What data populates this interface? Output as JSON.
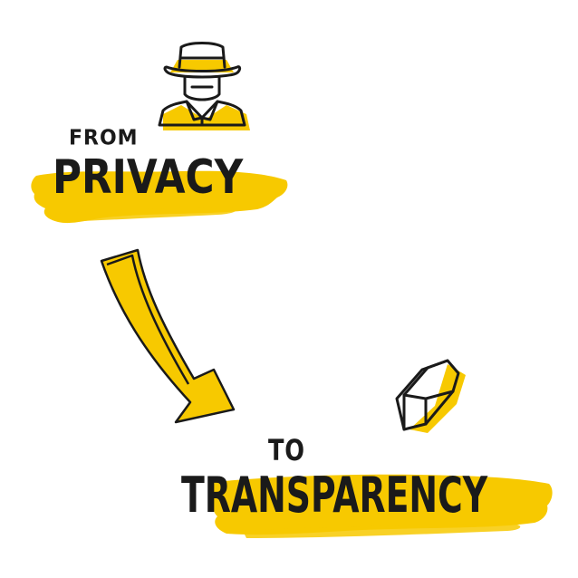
{
  "labels": {
    "from": "FROM",
    "privacy": "PRIVACY",
    "to": "TO",
    "transparency": "TRANSPARENCY"
  },
  "icons": {
    "top": "spy-detective-icon",
    "bottom": "crystal-gem-icon",
    "connector": "curved-arrow-icon"
  },
  "colors": {
    "accent": "#f7c900",
    "ink": "#1a1a1a",
    "background": "#ffffff"
  }
}
